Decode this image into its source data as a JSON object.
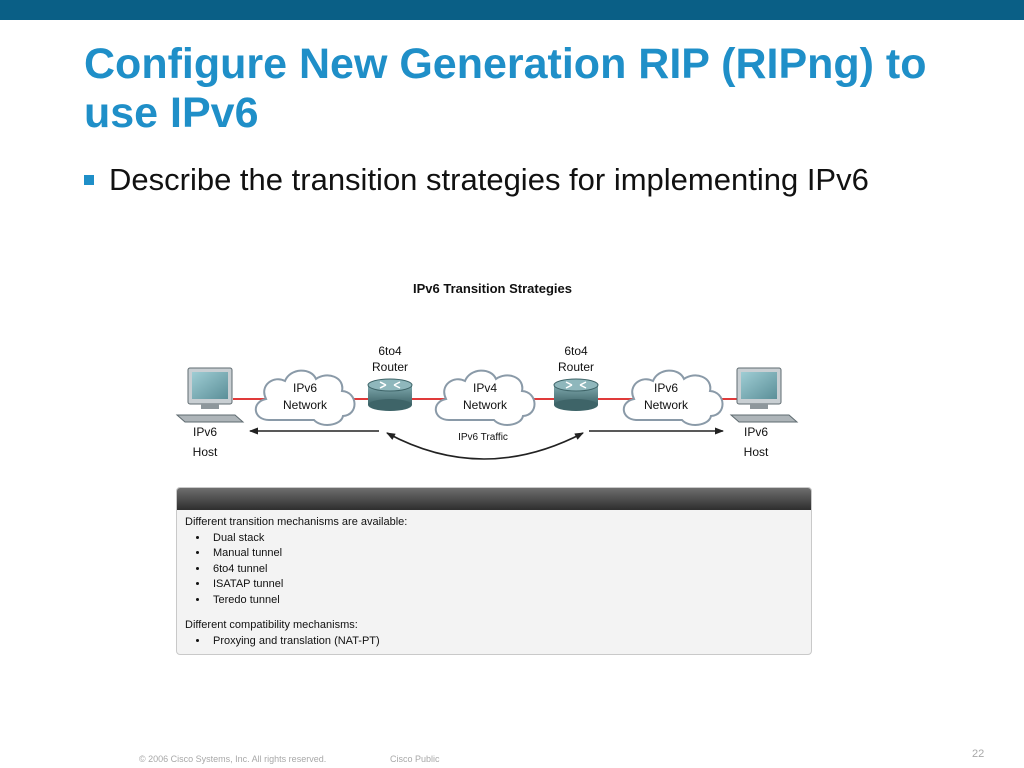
{
  "slide": {
    "title": "Configure New Generation RIP (RIPng) to use IPv6",
    "bullet": "Describe the transition strategies for implementing IPv6"
  },
  "figure": {
    "title": "IPv6 Transition Strategies",
    "left_host": {
      "line1": "IPv6",
      "line2": "Host"
    },
    "right_host": {
      "line1": "IPv6",
      "line2": "Host"
    },
    "left_cloud": {
      "line1": "IPv6",
      "line2": "Network"
    },
    "middle_cloud": {
      "line1": "IPv4",
      "line2": "Network"
    },
    "right_cloud": {
      "line1": "IPv6",
      "line2": "Network"
    },
    "left_router": {
      "line1": "6to4",
      "line2": "Router"
    },
    "right_router": {
      "line1": "6to4",
      "line2": "Router"
    },
    "traffic_label": "IPv6 Traffic"
  },
  "panel": {
    "heading1": "Different transition mechanisms are available:",
    "mechanisms": [
      "Dual stack",
      "Manual tunnel",
      "6to4 tunnel",
      "ISATAP tunnel",
      "Teredo tunnel"
    ],
    "heading2": "Different compatibility mechanisms:",
    "compat": [
      "Proxying and translation (NAT-PT)"
    ]
  },
  "footer": {
    "copyright": "© 2006 Cisco Systems, Inc. All rights reserved.",
    "classification": "Cisco Public",
    "page": "22"
  },
  "colors": {
    "topbar": "#0a5f86",
    "title": "#1f8fc8",
    "link_line": "#e03a3a",
    "router": "#4f7e84"
  },
  "icons": [
    "computer-icon",
    "cloud-icon",
    "router-icon",
    "arrow-icon"
  ]
}
